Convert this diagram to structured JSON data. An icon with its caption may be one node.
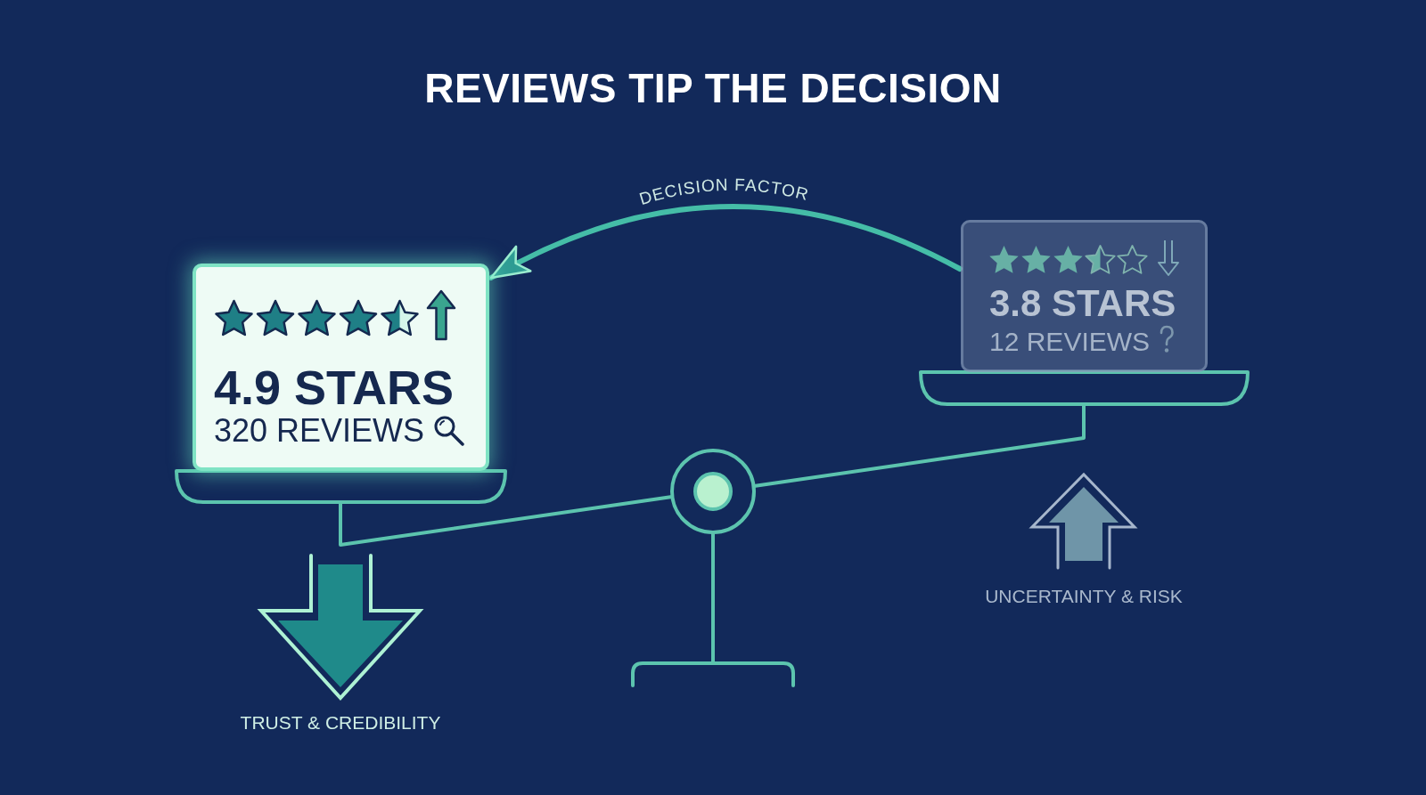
{
  "diagram": {
    "title": "REVIEWS TIP THE DECISION",
    "nodes": [
      {
        "text": [
          "4.9 STARS",
          "320 REVIEWS"
        ]
      },
      {
        "text": [
          "3.8 STARS",
          "12 REVIEWS"
        ]
      }
    ],
    "edges": [
      {
        "from": 1,
        "to": 0,
        "arrow": "to",
        "label": "DECISION FACTOR"
      }
    ],
    "labels": [
      "TRUST & CREDIBILITY",
      "UNCERTAINTY & RISK"
    ]
  }
}
